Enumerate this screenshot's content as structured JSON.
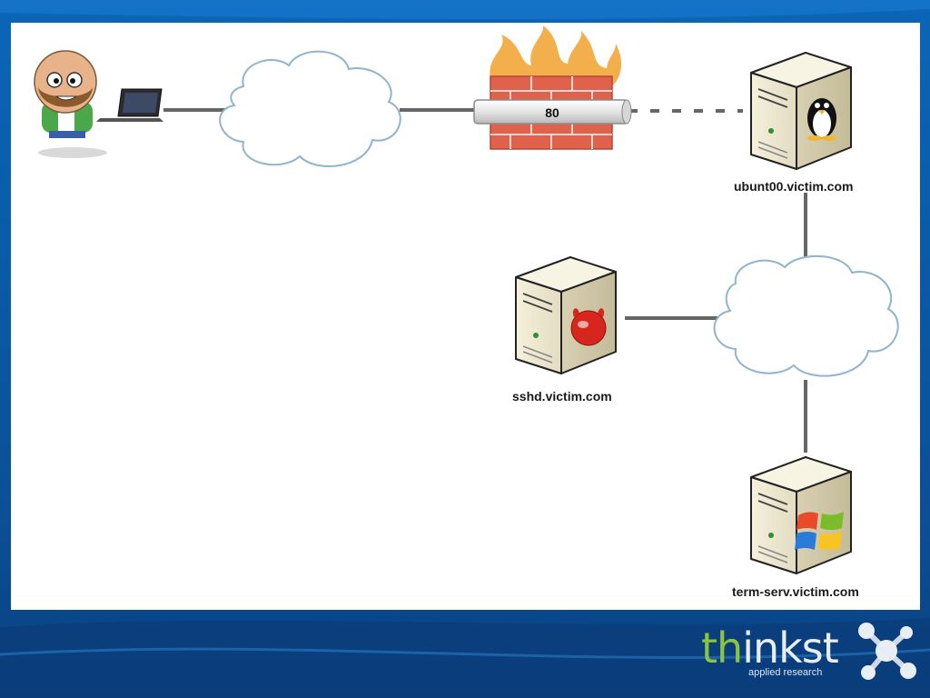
{
  "diagram": {
    "port_label": "80",
    "nodes": {
      "ubuntu": {
        "label": "ubunt00.victim.com",
        "os_icon": "linux-tux-icon"
      },
      "sshd": {
        "label": "sshd.victim.com",
        "os_icon": "freebsd-daemon-icon"
      },
      "termserv": {
        "label": "term-serv.victim.com",
        "os_icon": "windows-logo-icon"
      }
    }
  },
  "brand": {
    "name_accent": "th",
    "name_rest": "inkst",
    "tagline": "applied research"
  },
  "colors": {
    "background": "#0b5aa6",
    "firewall_brick": "#e0624c",
    "flame": "#f2a12e",
    "brand_green": "#8bc53f"
  }
}
